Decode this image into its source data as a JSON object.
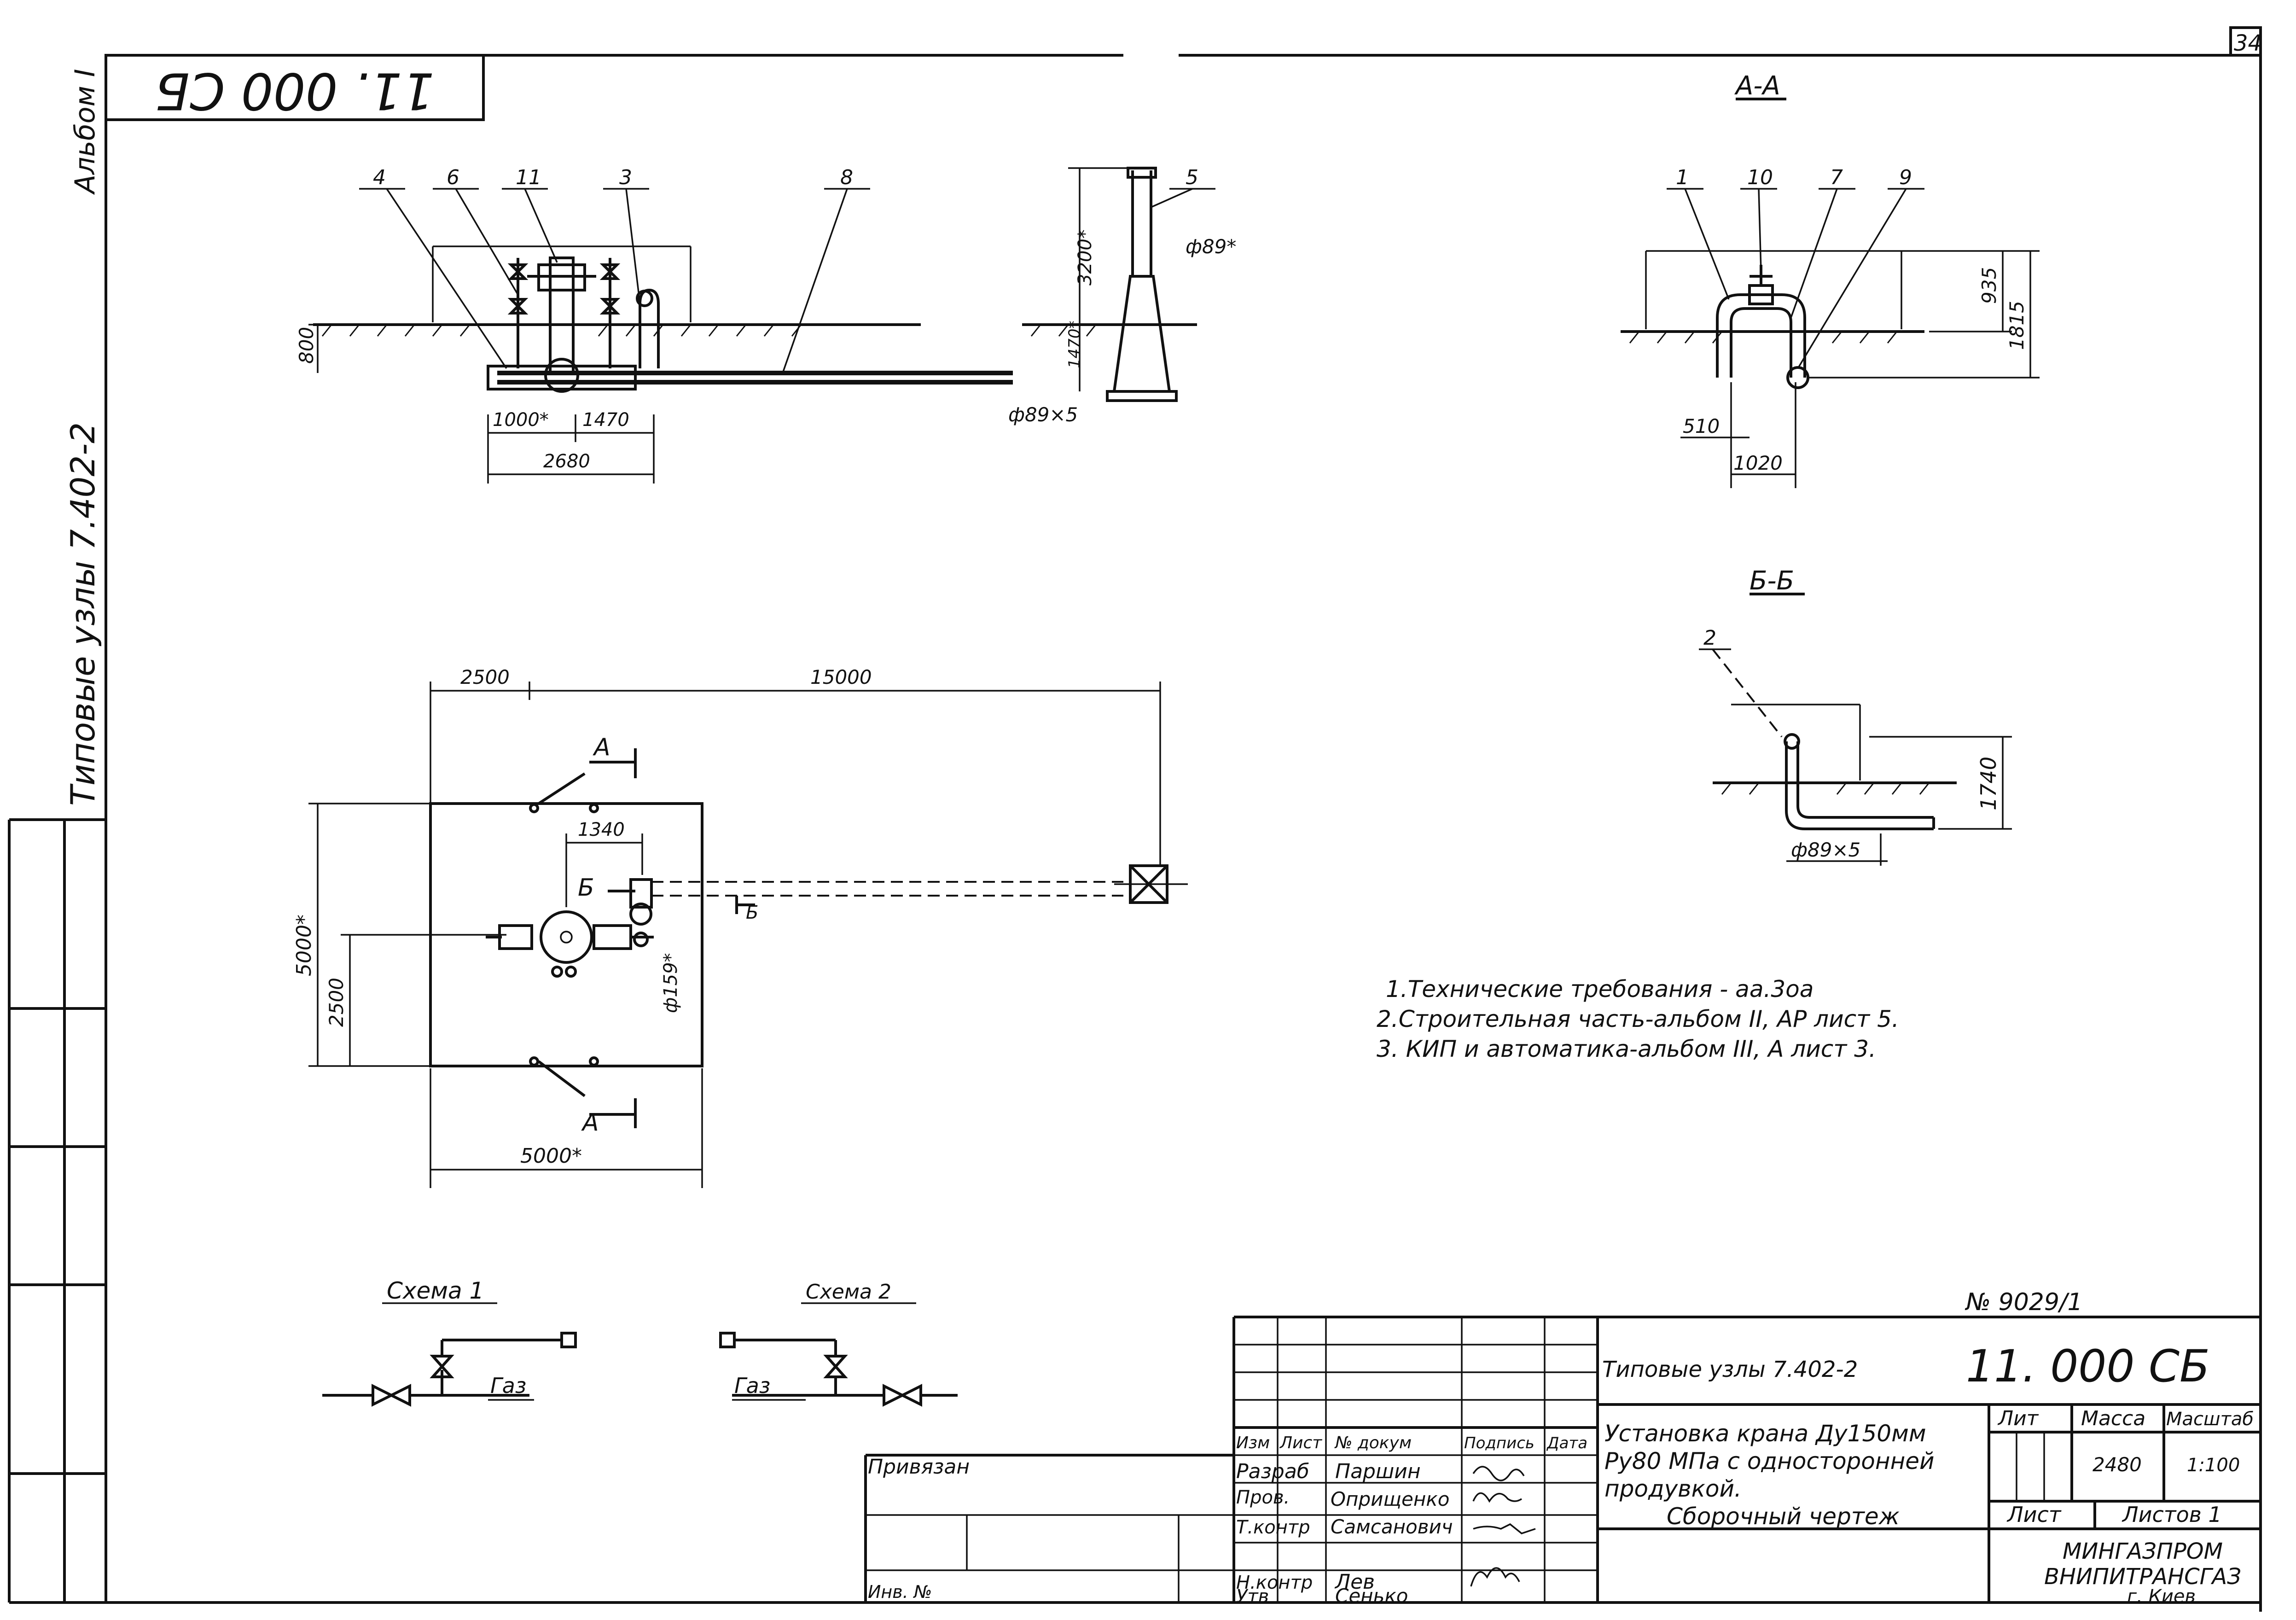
{
  "sheet_number": "34",
  "corner_stamp": "11. 000 СБ",
  "left_margin": {
    "album": "Альбом I",
    "series": "Типовые узлы 7.402-2"
  },
  "views": {
    "section_aa": "А-А",
    "section_bb": "Б-Б"
  },
  "side_view": {
    "callouts": [
      "4",
      "6",
      "11",
      "3",
      "8",
      "5"
    ],
    "dims": {
      "depth": "800",
      "d1": "1000*",
      "d2": "1470",
      "d3": "2680",
      "height": "3200*",
      "diam_top": "ф89*",
      "diam_pipe": "ф89×5",
      "mid": "1470*"
    }
  },
  "section_aa_data": {
    "callouts": [
      "1",
      "10",
      "7",
      "9"
    ],
    "dims": {
      "h1": "935",
      "h2": "1815",
      "w1": "510",
      "w2": "1020"
    }
  },
  "section_bb_data": {
    "callout": "2",
    "dims": {
      "h": "1740",
      "diam": "ф89×5"
    }
  },
  "plan_view": {
    "dims": {
      "top1": "2500",
      "top2": "15000",
      "left_total": "5000*",
      "left_half": "2500",
      "inner": "1340",
      "bottom": "5000*",
      "diam": "ф159*"
    },
    "markers": {
      "a": "А",
      "b": "Б"
    }
  },
  "notes": [
    "1.Технические требования - аа.3оа",
    "2.Строительная часть-альбом II, АР лист 5.",
    "3. КИП и автоматика-альбом III, А лист 3."
  ],
  "schemes": {
    "scheme1": "Схема 1",
    "scheme2": "Схема 2",
    "gas": "Газ"
  },
  "title_block": {
    "order_no": "№ 9029/1",
    "series": "Типовые узлы 7.402-2",
    "code": "11. 000 СБ",
    "title_lines": [
      "Установка крана Ду150мм",
      "Ру80 МПа с односторонней",
      "продувкой.",
      "Сборочный чертеж"
    ],
    "headers": [
      "Изм",
      "Лист",
      "№ докум",
      "Подпись",
      "Дата"
    ],
    "roles": [
      "Разраб",
      "Пров.",
      "Т.контр",
      "Н.контр",
      "Утв"
    ],
    "names": [
      "Паршин",
      "Оприщенко",
      "Самсанович",
      "Лев",
      "Сенько"
    ],
    "lit": "Лит",
    "mass": "Масса",
    "scale": "Масштаб",
    "mass_value": "2480",
    "scale_value": "1:100",
    "sheet": "Лист",
    "sheets": "Листов 1",
    "org": [
      "МИНГАЗПРОМ",
      "ВНИПИТРАНСГАЗ",
      "г. Киев"
    ],
    "attached": "Привязан",
    "inv": "Инв. №"
  }
}
